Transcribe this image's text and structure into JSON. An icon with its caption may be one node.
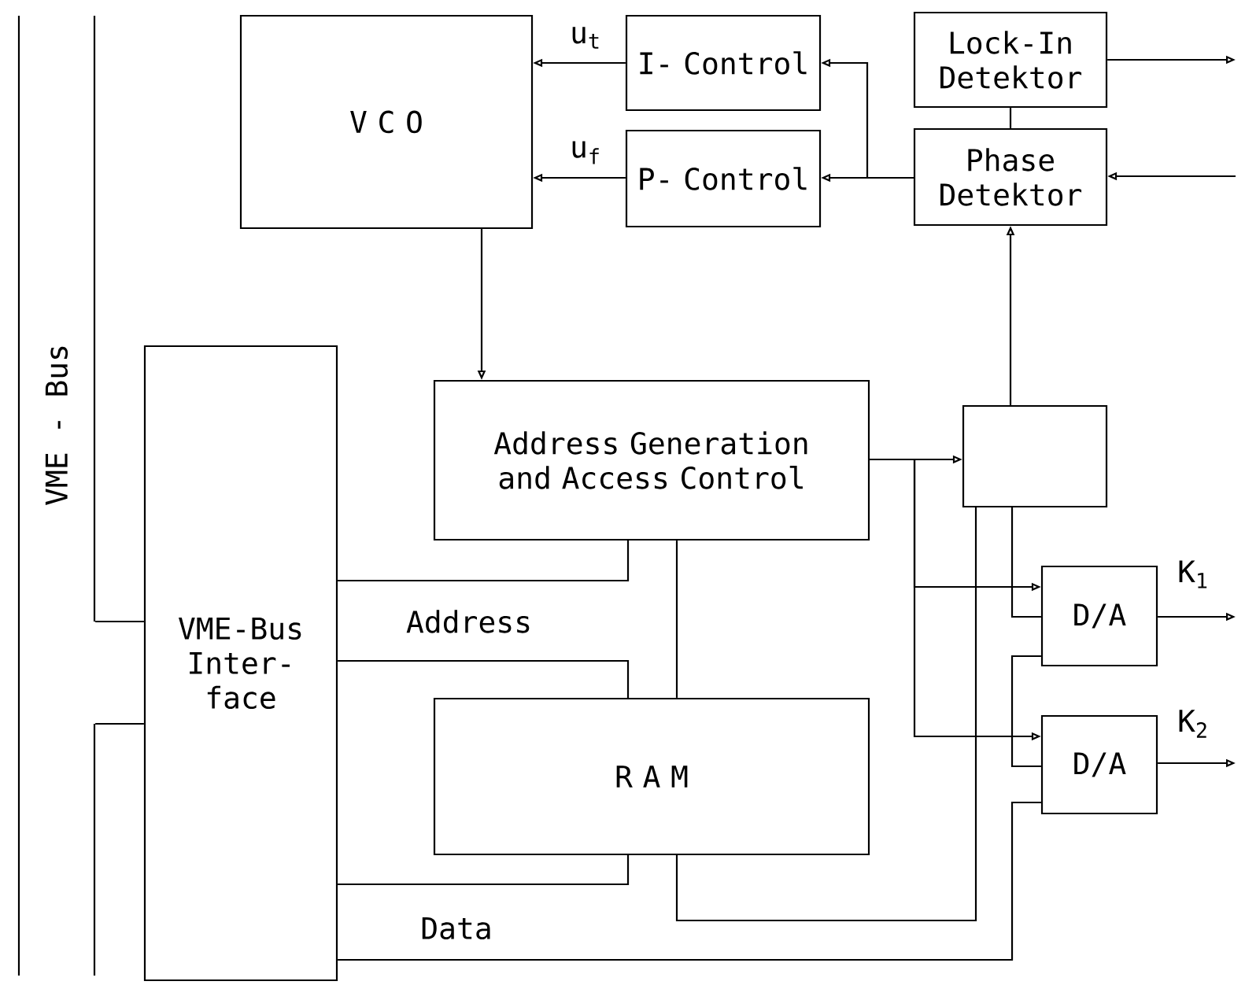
{
  "diagram": {
    "nodes": [
      {
        "text": [
          "VME - Bus"
        ]
      },
      {
        "text": [
          "V C O"
        ]
      },
      {
        "text": [
          "I- Control"
        ]
      },
      {
        "text": [
          "Lock-In Detektor"
        ]
      },
      {
        "text": [
          "P- Control"
        ]
      },
      {
        "text": [
          "Phase Detektor"
        ]
      },
      {
        "text": [
          "Address Generation and Access Control"
        ]
      },
      {
        "text": [],
        "shape": "box"
      },
      {
        "text": [
          "VME-Bus Inter- face"
        ]
      },
      {
        "text": [
          "D/A"
        ],
        "beside": [
          "K$_{1}$"
        ]
      },
      {
        "text": [
          "R A M"
        ]
      },
      {
        "text": [
          "D/A"
        ],
        "beside": [
          "K$_{2}$"
        ]
      }
    ],
    "edges": [
      {
        "from": 2,
        "to": 1,
        "arrow": "to",
        "label": "u$_{t}$"
      },
      {
        "from": 4,
        "to": 1,
        "arrow": "to",
        "label": "u$_{f}$"
      },
      {
        "from": 5,
        "to": 2,
        "arrow": "to"
      },
      {
        "from": 5,
        "to": 4,
        "arrow": "to"
      },
      {
        "from": 3,
        "to": 5,
        "arrow": "none"
      },
      {
        "from": 3,
        "to": null,
        "arrow": "to"
      },
      {
        "from": null,
        "to": 5,
        "arrow": "to"
      },
      {
        "from": 1,
        "to": 6,
        "arrow": "to"
      },
      {
        "from": 7,
        "to": 5,
        "arrow": "to"
      },
      {
        "from": 6,
        "to": 7,
        "arrow": "to"
      },
      {
        "from": 6,
        "to": 9,
        "arrow": "to"
      },
      {
        "from": 6,
        "to": 11,
        "arrow": "to"
      },
      {
        "from": 7,
        "to": 9,
        "arrow": "none"
      },
      {
        "from": 9,
        "to": 11,
        "arrow": "none"
      },
      {
        "from": 7,
        "to": 10,
        "arrow": "none"
      },
      {
        "from": 0,
        "to": 8,
        "arrow": "none"
      },
      {
        "from": 8,
        "to": 6,
        "arrow": "none"
      },
      {
        "from": 8,
        "to": 10,
        "arrow": "none"
      },
      {
        "from": 6,
        "to": 10,
        "arrow": "none"
      },
      {
        "from": 8,
        "to": 10,
        "arrow": "none"
      },
      {
        "from": 8,
        "to": 11,
        "arrow": "none"
      },
      {
        "from": 9,
        "to": null,
        "arrow": "to"
      },
      {
        "from": 11,
        "to": null,
        "arrow": "to"
      }
    ],
    "labels": [
      "Address",
      "Data"
    ]
  }
}
